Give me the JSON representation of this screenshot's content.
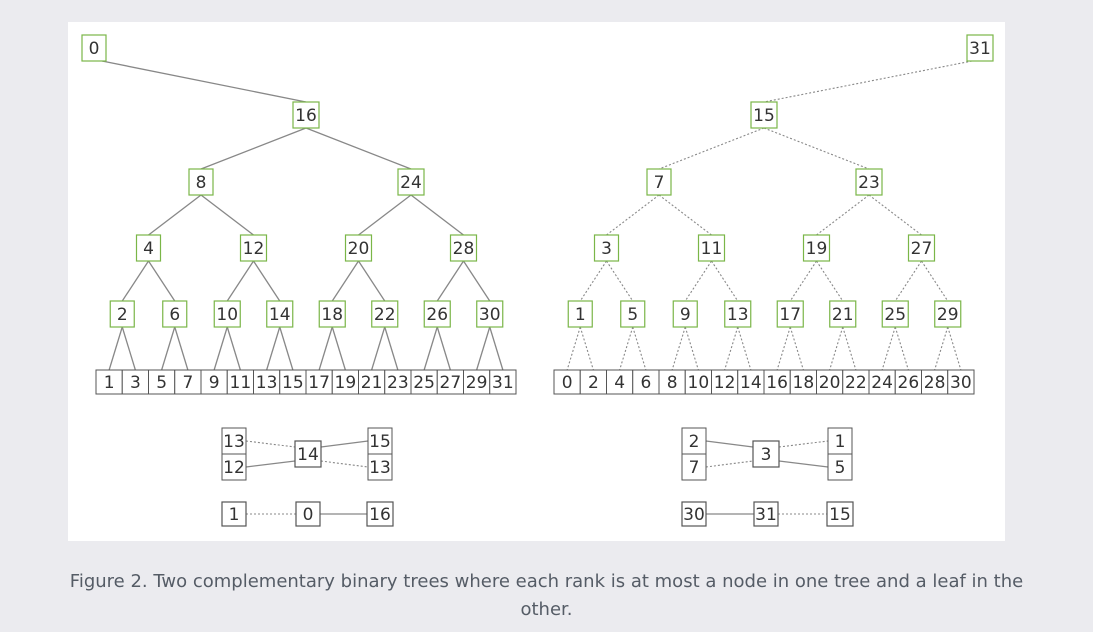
{
  "figure": {
    "caption": "Figure 2. Two complementary binary trees where each rank is at most a node in one tree and a leaf in the other."
  },
  "colors": {
    "node_border": "#7ab648",
    "line": "#888888",
    "text": "#333333",
    "background": "#ebebef",
    "panel": "#ffffff"
  },
  "tree_a": {
    "root": "0",
    "levels": [
      [
        "16"
      ],
      [
        "8",
        "24"
      ],
      [
        "4",
        "12",
        "20",
        "28"
      ],
      [
        "2",
        "6",
        "10",
        "14",
        "18",
        "22",
        "26",
        "30"
      ]
    ],
    "leaves": [
      "1",
      "3",
      "5",
      "7",
      "9",
      "11",
      "13",
      "15",
      "17",
      "19",
      "21",
      "23",
      "25",
      "27",
      "29",
      "31"
    ],
    "edge_style": "solid"
  },
  "tree_b": {
    "root": "31",
    "levels": [
      [
        "15"
      ],
      [
        "7",
        "23"
      ],
      [
        "3",
        "11",
        "19",
        "27"
      ],
      [
        "1",
        "5",
        "9",
        "13",
        "17",
        "21",
        "25",
        "29"
      ]
    ],
    "leaves": [
      "0",
      "2",
      "4",
      "6",
      "8",
      "10",
      "12",
      "14",
      "16",
      "18",
      "20",
      "22",
      "24",
      "26",
      "28",
      "30"
    ],
    "edge_style": "dotted"
  },
  "examples_a": {
    "pair_left": [
      "13",
      "12"
    ],
    "center": "14",
    "pair_right": [
      "15",
      "13"
    ],
    "chain": [
      "1",
      "0",
      "16"
    ]
  },
  "examples_b": {
    "pair_left": [
      "2",
      "7"
    ],
    "center": "3",
    "pair_right": [
      "1",
      "5"
    ],
    "chain": [
      "30",
      "31",
      "15"
    ]
  }
}
